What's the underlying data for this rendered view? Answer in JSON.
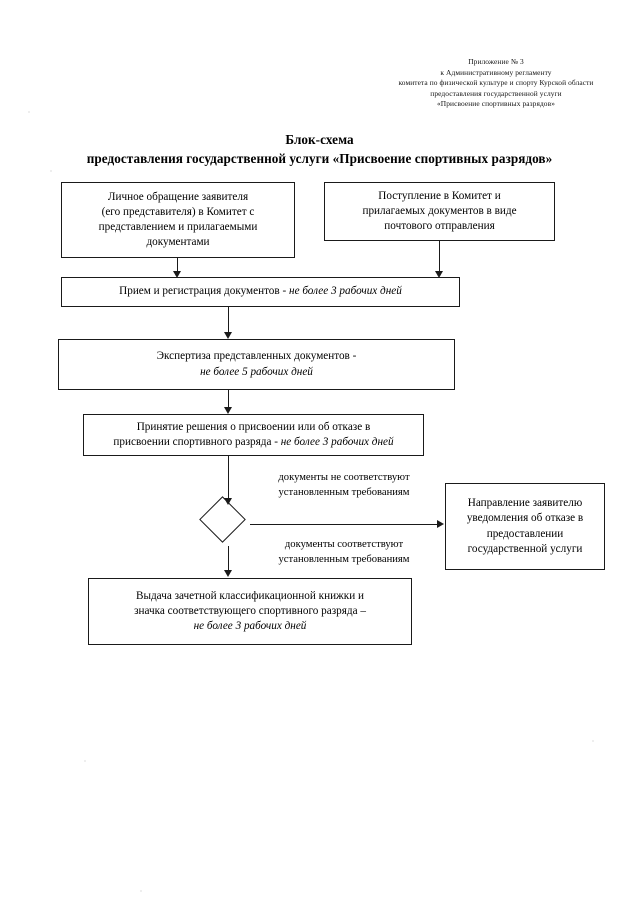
{
  "document": {
    "header_lines": [
      "Приложение № 3",
      "к Административному регламенту",
      "комитета по физической культуре и спорту Курской области",
      "предоставления государственной услуги",
      "«Присвоение спортивных разрядов»"
    ],
    "title_line1": "Блок-схема",
    "title_line2": "предоставления государственной услуги «Присвоение спортивных разрядов»"
  },
  "chart_data": {
    "type": "diagram",
    "diagram_kind": "flowchart",
    "title": "Блок-схема предоставления государственной услуги «Присвоение спортивных разрядов»",
    "nodes": [
      {
        "id": "personal",
        "shape": "rectangle",
        "lines": [
          "Личное обращение заявителя",
          "(его представителя) в Комитет с",
          "представлением и прилагаемыми",
          "документами"
        ]
      },
      {
        "id": "mail",
        "shape": "rectangle",
        "lines": [
          "Поступление в Комитет и",
          "прилагаемых документов в виде",
          "почтового отправления"
        ]
      },
      {
        "id": "register",
        "shape": "rectangle",
        "text_plain": "Прием и регистрация  документов - ",
        "text_italic": "не более 3 рабочих дней"
      },
      {
        "id": "expertise",
        "shape": "rectangle",
        "line1_plain": "Экспертиза представленных документов -",
        "line2_italic": "не более 5 рабочих дней"
      },
      {
        "id": "decision",
        "shape": "rectangle",
        "line1_plain": "Принятие решения о присвоении или об отказе в",
        "line2_plain": "присвоении спортивного разряда - ",
        "line2_italic": "не более 3 рабочих дней"
      },
      {
        "id": "gate",
        "shape": "diamond",
        "lines": []
      },
      {
        "id": "refusal",
        "shape": "rectangle",
        "lines": [
          "Направление заявителю",
          "уведомления об отказе в",
          "предоставлении",
          "государственной услуги"
        ]
      },
      {
        "id": "issue",
        "shape": "rectangle",
        "line1_plain": "Выдача зачетной классификационной книжки и",
        "line2_plain": "значка соответствующего спортивного разряда –",
        "line3_italic": "не более 3 рабочих дней"
      }
    ],
    "edge_labels": {
      "no_branch": [
        "документы  не соответствуют",
        "установленным требованиям"
      ],
      "yes_branch": [
        "документы соответствуют",
        "установленным требованиям"
      ]
    },
    "edges": [
      {
        "from": "personal",
        "to": "register",
        "label": ""
      },
      {
        "from": "mail",
        "to": "register",
        "label": ""
      },
      {
        "from": "register",
        "to": "expertise",
        "label": ""
      },
      {
        "from": "expertise",
        "to": "decision",
        "label": ""
      },
      {
        "from": "decision",
        "to": "gate",
        "label": "документы  не соответствуют установленным требованиям"
      },
      {
        "from": "gate",
        "to": "refusal",
        "label": ""
      },
      {
        "from": "gate",
        "to": "issue",
        "label": "документы соответствуют установленным требованиям"
      }
    ],
    "colors": {
      "stroke": "#1a1a1a",
      "fill": "#ffffff",
      "background": "#ffffff"
    }
  }
}
